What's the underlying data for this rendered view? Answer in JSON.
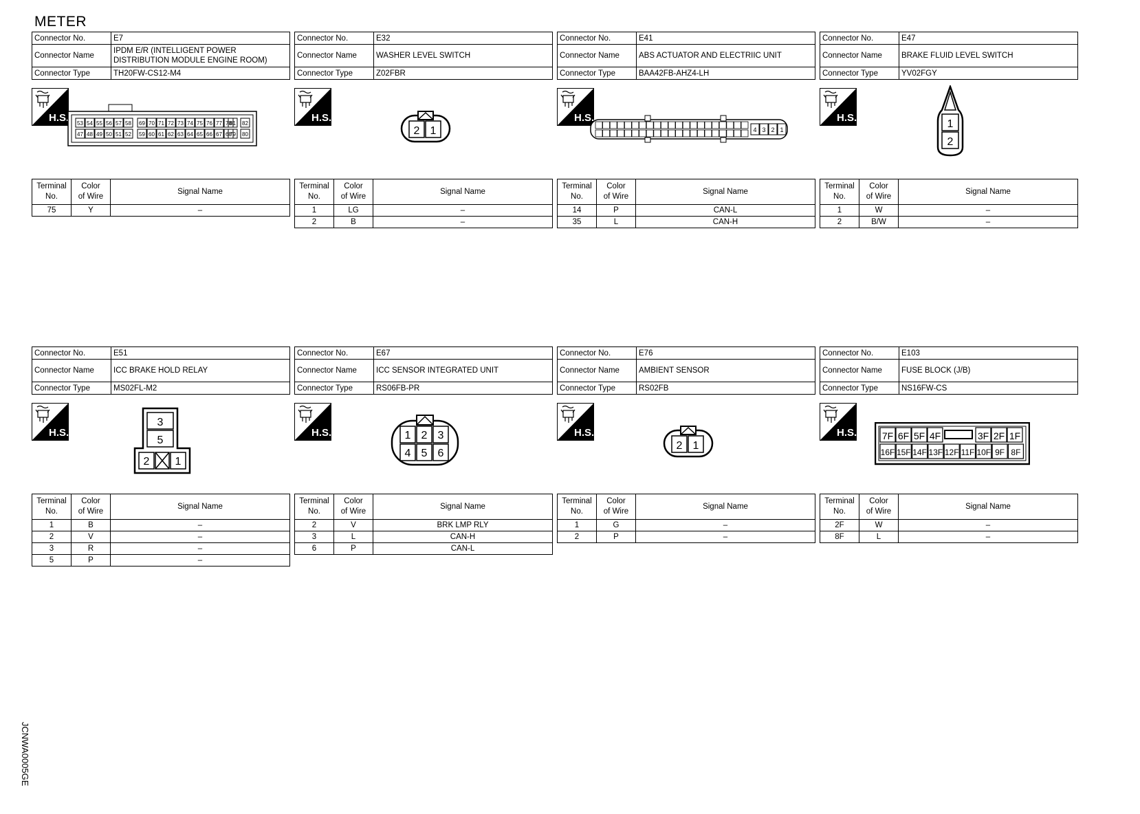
{
  "page_title": "METER",
  "labels": {
    "connector_no": "Connector No.",
    "connector_name": "Connector Name",
    "connector_type": "Connector Type",
    "terminal_no_1": "Terminal",
    "terminal_no_2": "No.",
    "color_1": "Color",
    "color_2": "of Wire",
    "signal_name": "Signal Name",
    "hs": "H.S."
  },
  "connectors": [
    {
      "no": "E7",
      "name": "IPDM E/R (INTELLIGENT POWER DISTRIBUTION MODULE ENGINE ROOM)",
      "type": "TH20FW-CS12-M4",
      "terminals": [
        {
          "t": "75",
          "c": "Y",
          "s": "–"
        }
      ],
      "pins_top": [
        "53",
        "54",
        "55",
        "56",
        "57",
        "58",
        "69",
        "70",
        "71",
        "72",
        "73",
        "74",
        "75",
        "76",
        "77",
        "78",
        "81",
        "82"
      ],
      "pins_bottom": [
        "47",
        "48",
        "49",
        "50",
        "51",
        "52",
        "59",
        "60",
        "61",
        "62",
        "63",
        "64",
        "65",
        "66",
        "67",
        "68",
        "79",
        "80"
      ]
    },
    {
      "no": "E32",
      "name": "WASHER LEVEL SWITCH",
      "type": "Z02FBR",
      "terminals": [
        {
          "t": "1",
          "c": "LG",
          "s": "–"
        },
        {
          "t": "2",
          "c": "B",
          "s": "–"
        }
      ],
      "pins": [
        "2",
        "1"
      ]
    },
    {
      "no": "E41",
      "name": "ABS ACTUATOR AND ELECTRIIC UNIT",
      "type": "BAA42FB-AHZ4-LH",
      "terminals": [
        {
          "t": "14",
          "c": "P",
          "s": "CAN-L"
        },
        {
          "t": "35",
          "c": "L",
          "s": "CAN-H"
        }
      ],
      "pins_right": [
        "4",
        "3",
        "2",
        "1"
      ]
    },
    {
      "no": "E47",
      "name": "BRAKE FLUID LEVEL SWITCH",
      "type": "YV02FGY",
      "terminals": [
        {
          "t": "1",
          "c": "W",
          "s": "–"
        },
        {
          "t": "2",
          "c": "B/W",
          "s": "–"
        }
      ],
      "pins": [
        "1",
        "2"
      ]
    },
    {
      "no": "E51",
      "name": "ICC BRAKE HOLD RELAY",
      "type": "MS02FL-M2",
      "terminals": [
        {
          "t": "1",
          "c": "B",
          "s": "–"
        },
        {
          "t": "2",
          "c": "V",
          "s": "–"
        },
        {
          "t": "3",
          "c": "R",
          "s": "–"
        },
        {
          "t": "5",
          "c": "P",
          "s": "–"
        }
      ],
      "pins": [
        "3",
        "5",
        "2",
        "1"
      ]
    },
    {
      "no": "E67",
      "name": "ICC SENSOR INTEGRATED UNIT",
      "type": "RS06FB-PR",
      "terminals": [
        {
          "t": "2",
          "c": "V",
          "s": "BRK LMP RLY"
        },
        {
          "t": "3",
          "c": "L",
          "s": "CAN-H"
        },
        {
          "t": "6",
          "c": "P",
          "s": "CAN-L"
        }
      ],
      "pins": [
        "1",
        "2",
        "3",
        "4",
        "5",
        "6"
      ]
    },
    {
      "no": "E76",
      "name": "AMBIENT SENSOR",
      "type": "RS02FB",
      "terminals": [
        {
          "t": "1",
          "c": "G",
          "s": "–"
        },
        {
          "t": "2",
          "c": "P",
          "s": "–"
        }
      ],
      "pins": [
        "2",
        "1"
      ]
    },
    {
      "no": "E103",
      "name": "FUSE BLOCK (J/B)",
      "type": "NS16FW-CS",
      "terminals": [
        {
          "t": "2F",
          "c": "W",
          "s": "–"
        },
        {
          "t": "8F",
          "c": "L",
          "s": "–"
        }
      ],
      "pins_top": [
        "7F",
        "6F",
        "5F",
        "4F",
        "3F",
        "2F",
        "1F"
      ],
      "pins_bottom": [
        "16F",
        "15F",
        "14F",
        "13F",
        "12F",
        "11F",
        "10F",
        "9F",
        "8F"
      ]
    }
  ],
  "doc_id": "JCNWA0005GE"
}
